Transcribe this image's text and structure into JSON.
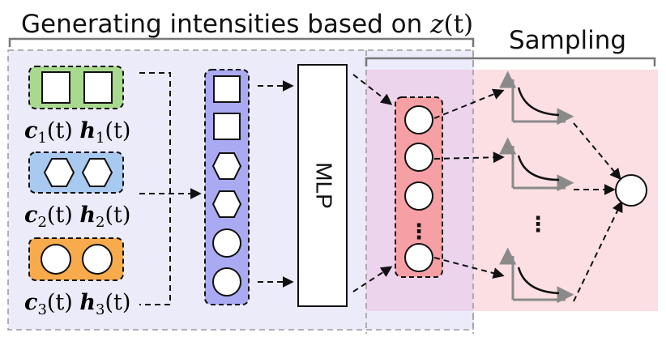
{
  "titles": {
    "generate_prefix": "Generating intensities based on ",
    "generate_var": "z",
    "generate_suffix": "(t)",
    "sampling": "Sampling"
  },
  "mlp_label": "MLP",
  "ellipsis": "⋮",
  "inputs": [
    {
      "c_sub": "1",
      "h_sub": "1",
      "shape": "square",
      "color": "#a9d98e"
    },
    {
      "c_sub": "2",
      "h_sub": "2",
      "shape": "hexagon",
      "color": "#a8c9f0"
    },
    {
      "c_sub": "3",
      "h_sub": "3",
      "shape": "circle",
      "color": "#f7ab4c"
    }
  ],
  "colors": {
    "left_panel": "#ecebfa",
    "right_panel": "#fbdfe2",
    "overlap": "#ecd4ec",
    "concat_column": "#aaaaf2",
    "intensity_column": "#f6a0a6",
    "plot_axis": "#8a8a8a"
  }
}
